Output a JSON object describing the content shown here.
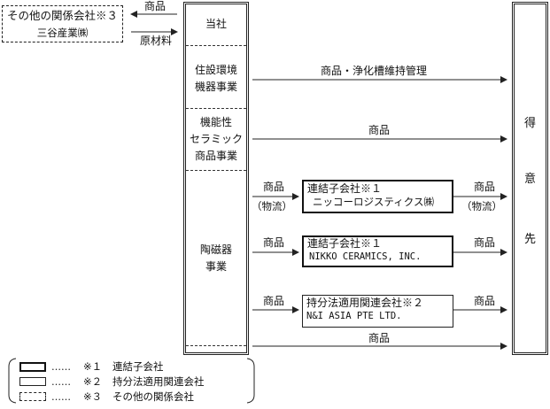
{
  "other_company": {
    "title": "その他の関係会社※３",
    "name": "三谷産業㈱"
  },
  "to_other_label": "商品",
  "from_other_label": "原材料",
  "company": "当社",
  "segments": [
    {
      "line1": "住設環境",
      "line2": "機器事業"
    },
    {
      "line1": "機能性",
      "line2": "セラミック",
      "line3": "商品事業"
    },
    {
      "line1": "陶磁器",
      "line2": "事業"
    }
  ],
  "customer": [
    "得",
    "意",
    "先"
  ],
  "arrow_labels": {
    "row1": "商品・浄化槽維持管理",
    "row2": "商品",
    "row3_left_1": "商品",
    "row3_left_2": "（物流）",
    "row3_right_1": "商品",
    "row3_right_2": "（物流）",
    "row4_left": "商品",
    "row4_right": "商品",
    "row5_left": "商品",
    "row5_right": "商品",
    "row6": "商品"
  },
  "subsidiaries": [
    {
      "title": "連結子会社※１",
      "name": "ニッコーロジスティクス㈱"
    },
    {
      "title": "連結子会社※１",
      "name": "NIKKO CERAMICS, INC."
    },
    {
      "title": "持分法適用関連会社※２",
      "name": "N&I ASIA PTE LTD."
    }
  ],
  "legend": [
    {
      "dots": "……",
      "mark": "※１",
      "text": "連結子会社"
    },
    {
      "dots": "……",
      "mark": "※２",
      "text": "持分法適用関連会社"
    },
    {
      "dots": "……",
      "mark": "※３",
      "text": "その他の関係会社"
    }
  ]
}
